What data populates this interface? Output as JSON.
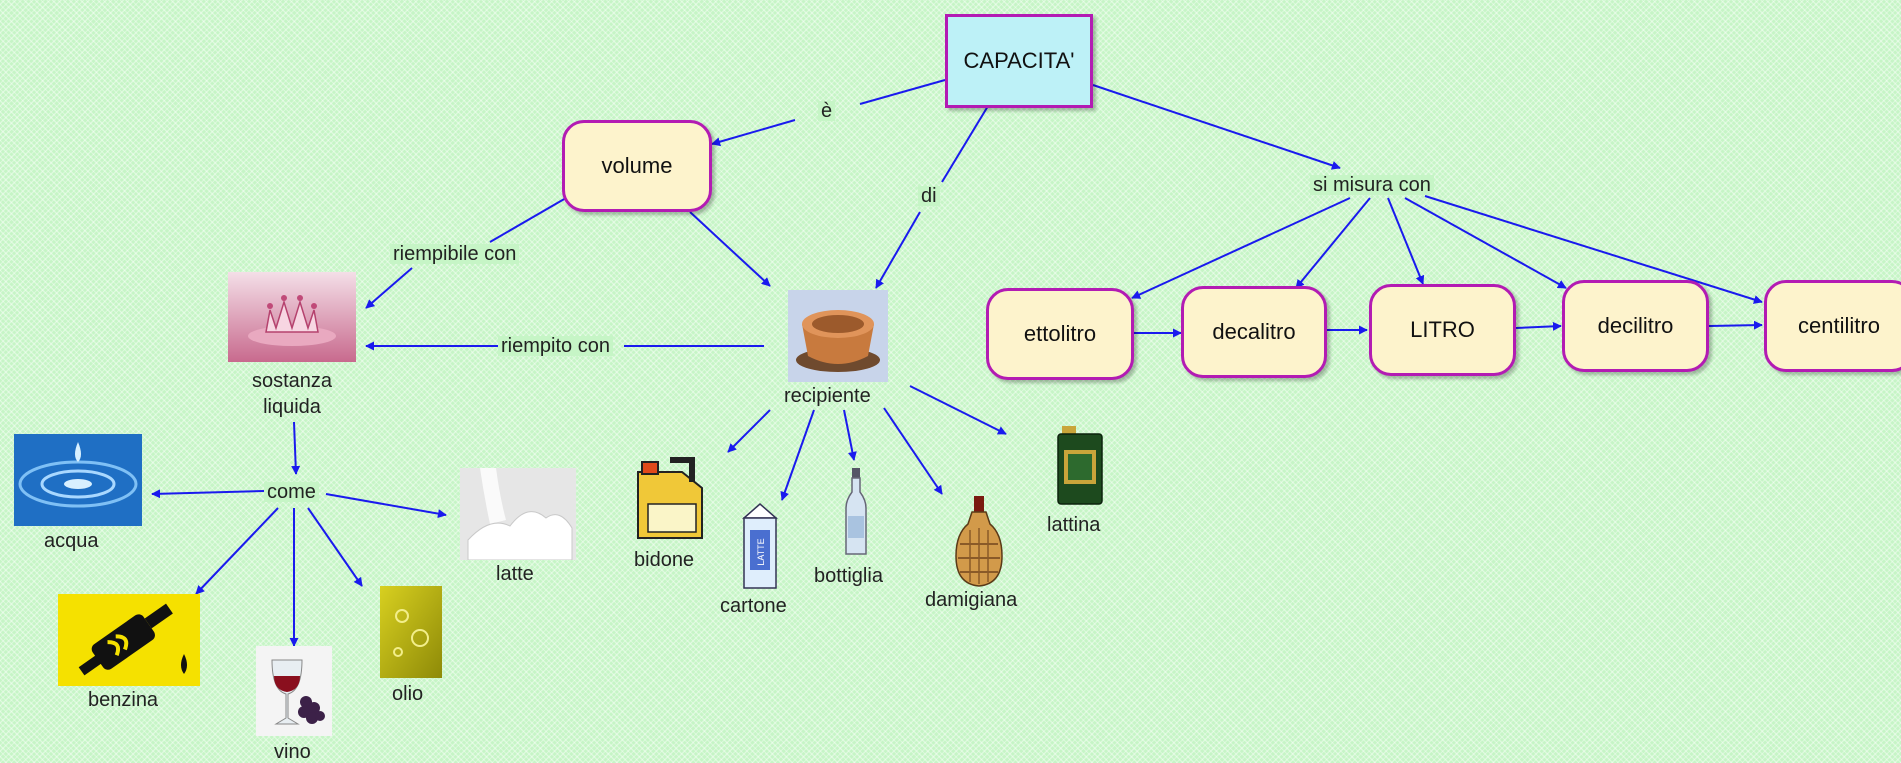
{
  "concepts": {
    "capacita": "CAPACITA'",
    "volume": "volume",
    "ettolitro": "ettolitro",
    "decalitro": "decalitro",
    "litro": "LITRO",
    "decilitro": "decilitro",
    "centilitro": "centilitro"
  },
  "links": {
    "e": "è",
    "di": "di",
    "si_misura_con": "si misura con",
    "riempibile_con": "riempibile con",
    "riempito_con": "riempito con",
    "come": "come"
  },
  "images": {
    "sostanza_liquida": "sostanza\nliquida",
    "recipiente": "recipiente",
    "acqua": "acqua",
    "latte": "latte",
    "benzina": "benzina",
    "vino": "vino",
    "olio": "olio",
    "bidone": "bidone",
    "cartone": "cartone",
    "bottiglia": "bottiglia",
    "damigiana": "damigiana",
    "lattina": "lattina"
  },
  "colors": {
    "background": "#c6f5c6",
    "node_fill": "#fdf3cc",
    "root_fill": "#bdf1f7",
    "node_border": "#b31bb3",
    "arrow": "#1a1aee"
  }
}
